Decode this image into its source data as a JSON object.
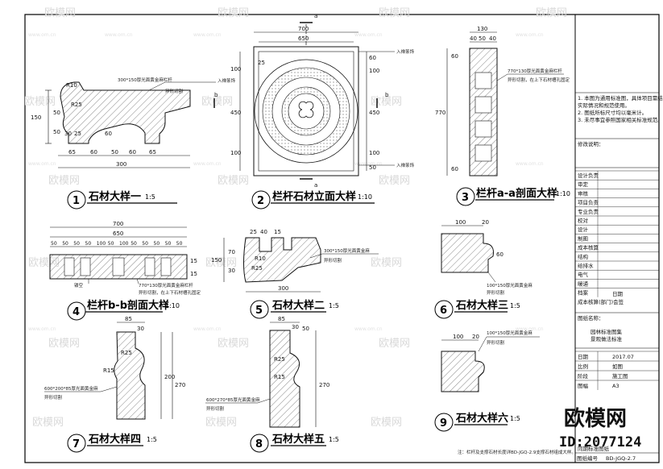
{
  "watermark": {
    "text": "欧模网",
    "url": "www.om.cn"
  },
  "brand": {
    "name": "欧模网",
    "id": "ID:2077124"
  },
  "panels": [
    {
      "num": "1",
      "title": "石材大样一",
      "scale": "1:5"
    },
    {
      "num": "2",
      "title": "栏杆石材立面大样",
      "scale": "1:10"
    },
    {
      "num": "3",
      "title": "栏杆a-a剖面大样",
      "scale": "1:10"
    },
    {
      "num": "4",
      "title": "栏杆b-b剖面大样",
      "scale": "1:10"
    },
    {
      "num": "5",
      "title": "石材大样二",
      "scale": "1:5"
    },
    {
      "num": "6",
      "title": "石材大样三",
      "scale": "1:5"
    },
    {
      "num": "7",
      "title": "石材大样四",
      "scale": "1:5"
    },
    {
      "num": "8",
      "title": "石材大样五",
      "scale": "1:5"
    },
    {
      "num": "9",
      "title": "石材大样六",
      "scale": "1:5"
    }
  ],
  "section_marks": {
    "a": "a",
    "b": "b"
  },
  "dims": {
    "p1": {
      "top_a": "300*150厚光面黄金麻栏杆",
      "top_b": "异形切割",
      "r10": "R10",
      "r25": "R25",
      "h150": "150",
      "h50a": "50",
      "h50b": "50",
      "d30": "30",
      "d25": "25",
      "d60": "60",
      "b65a": "65",
      "b60": "60",
      "b50": "50",
      "b60b": "60",
      "b65b": "65",
      "total": "300"
    },
    "p2": {
      "w700": "700",
      "w650": "650",
      "side_l": "入禅篆饰",
      "h100a": "100",
      "h450": "450",
      "h100b": "100",
      "hr60": "60",
      "hr50": "50",
      "r100a": "100",
      "r100b": "100",
      "r450": "450",
      "tr": "入禅篆饰",
      "br": "入禅篆饰",
      "b25": "25"
    },
    "p3": {
      "w130": "130",
      "w40": "40",
      "w50": "50",
      "w40b": "40",
      "h770": "770",
      "h60": "60",
      "n1": "770*130厚光面黄金麻栏杆",
      "n2": "异形切割，在上下石材槽孔固定"
    },
    "p4": {
      "w700": "700",
      "w650": "650",
      "seq": [
        "50",
        "50",
        "50",
        "50",
        "100",
        "50",
        "100",
        "50",
        "50",
        "50",
        "50",
        "50"
      ],
      "h15a": "15",
      "h15b": "15",
      "mark": "镂空",
      "n1": "770*130厚光面黄金麻栏杆",
      "n2": "异形切割，在上下石材槽孔固定"
    },
    "p5": {
      "t25": "25",
      "t40": "40",
      "t15": "15",
      "h150": "150",
      "h70": "70",
      "h30": "30",
      "r10": "R10",
      "r25": "R25",
      "total": "300",
      "n1": "300*150厚光面黄金麻",
      "n2": "异形切割"
    },
    "p6": {
      "w100": "100",
      "w20": "20",
      "h60": "60",
      "n1": "100*150厚光面黄金麻",
      "n2": "异形切割"
    },
    "p7": {
      "w85": "85",
      "w30": "30",
      "h200": "200",
      "h270": "270",
      "r15": "R15",
      "r25": "R25",
      "n1": "600*200*85厚光面黄金麻",
      "n2": "异形切割"
    },
    "p8": {
      "w85": "85",
      "w30": "30",
      "w50": "50",
      "h270": "270",
      "r15": "R15",
      "r25": "R25",
      "n1": "600*270*85厚光面黄金麻",
      "n2": "异形切割"
    },
    "p9": {
      "w100": "100",
      "w20": "20",
      "n1": "100*150厚光面黄金麻",
      "n2": "异形切割"
    }
  },
  "footnote": "注：栏杆及支撑石材长度详BD-JGQ-2.9支撑石材组成大样。",
  "title_block": {
    "notes": [
      "1. 本图为通用标准图，具体项目需结合",
      "   实际情况和规范使用。",
      "2. 图纸所标尺寸均以毫米计。",
      "3. 未尽事宜参照国家相关标准规范。"
    ],
    "revision": "修改说明：",
    "staff": [
      "设计负责",
      "审定",
      "审核",
      "项目负责",
      "专业负责",
      "校对",
      "设计",
      "制图",
      "成本核算",
      "结构",
      "给排水",
      "电气",
      "暖通",
      "档案"
    ],
    "stamp_row": "成本核算(部门)会签",
    "stamp_val": "日期",
    "drawing_name_label": "图纸名称：",
    "drawing_name_a": "园林标准图集",
    "drawing_name_b": "景观做法标准",
    "meta": [
      {
        "label": "日期",
        "value": "2017.07"
      },
      {
        "label": "比例",
        "value": "如图"
      },
      {
        "label": "阶段",
        "value": "施工图"
      },
      {
        "label": "图幅",
        "value": "A3"
      }
    ],
    "drawing_no_label": "图纸编号",
    "drawing_no": "BD-JGQ-2.7",
    "foot": "同期标准图纸"
  },
  "colors": {
    "line": "#111111",
    "hatch": "#555555",
    "watermark": "#d9d9d9"
  }
}
